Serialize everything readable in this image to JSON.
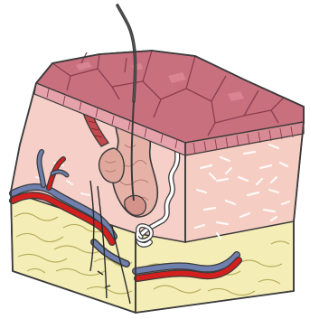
{
  "figure": {
    "subject": "skin-cross-section",
    "layers": [
      {
        "name": "epidermis",
        "color": "#c9707f"
      },
      {
        "name": "dermis",
        "color": "#f5cfc8"
      },
      {
        "name": "subcutaneous-fat",
        "color": "#f4edb6"
      }
    ],
    "structures": [
      {
        "name": "hair-shaft",
        "color": "#3a3a3a"
      },
      {
        "name": "hair-follicle",
        "color": "#e6b2a8"
      },
      {
        "name": "sebaceous-gland",
        "color": "#e0a89c"
      },
      {
        "name": "arrector-pili-muscle",
        "color": "#c24a4f"
      },
      {
        "name": "sweat-gland",
        "color": "#ffffff"
      },
      {
        "name": "artery",
        "color": "#d41f1f"
      },
      {
        "name": "vein",
        "color": "#6f7fae"
      },
      {
        "name": "nerve",
        "color": "#2a2a2a"
      }
    ]
  }
}
